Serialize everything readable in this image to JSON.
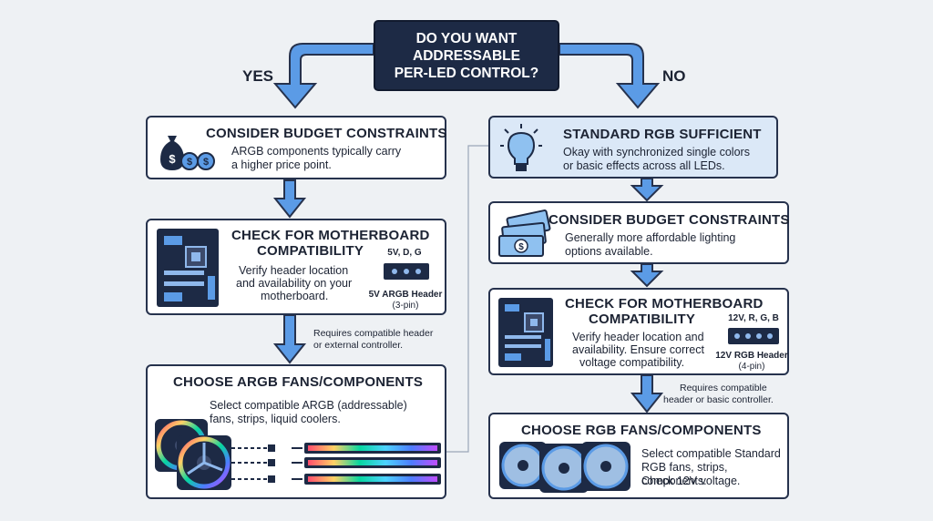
{
  "question": {
    "line1": "DO YOU WANT",
    "line2": "ADDRESSABLE",
    "line3": "PER-LED CONTROL?"
  },
  "yes_label": "YES",
  "no_label": "NO",
  "left": {
    "budget": {
      "title": "CONSIDER BUDGET CONSTRAINTS",
      "line1": "ARGB components typically carry",
      "line2": "a higher price point."
    },
    "compat": {
      "title1": "CHECK FOR MOTHERBOARD",
      "title2": "COMPATIBILITY",
      "line1": "Verify header location",
      "line2": "and availability on your",
      "line3": "motherboard.",
      "pins": "5V, D, G",
      "header1": "5V ARGB Header",
      "header2": "(3-pin)"
    },
    "note": {
      "line1": "Requires compatible header",
      "line2": "or external controller."
    },
    "choose": {
      "title": "CHOOSE ARGB FANS/COMPONENTS",
      "line1": "Select compatible ARGB (addressable)",
      "line2": "fans, strips, liquid coolers."
    }
  },
  "right": {
    "standard": {
      "title": "STANDARD RGB SUFFICIENT",
      "line1": "Okay with synchronized single colors",
      "line2": "or basic effects across all LEDs."
    },
    "budget": {
      "title": "CONSIDER BUDGET CONSTRAINTS",
      "line1": "Generally more affordable lighting",
      "line2": "options available."
    },
    "compat": {
      "title1": "CHECK FOR MOTHERBOARD",
      "title2": "COMPATIBILITY",
      "line1": "Verify header location and",
      "line2": "availability. Ensure correct",
      "line3": "voltage compatibility.",
      "pins": "12V, R, G, B",
      "header1": "12V RGB Header",
      "header2": "(4-pin)"
    },
    "note": {
      "line1": "Requires compatible",
      "line2": "header or basic controller."
    },
    "choose": {
      "title": "CHOOSE RGB FANS/COMPONENTS",
      "line1": "Select compatible Standard",
      "line2": "RGB fans, strips, components.",
      "line3": "Check 12V voltage."
    }
  },
  "colors": {
    "arrow": "#5b9be6",
    "arrow_stroke": "#26324d",
    "navy": "#1d2a45",
    "box_blue": "#dbe8f7"
  }
}
